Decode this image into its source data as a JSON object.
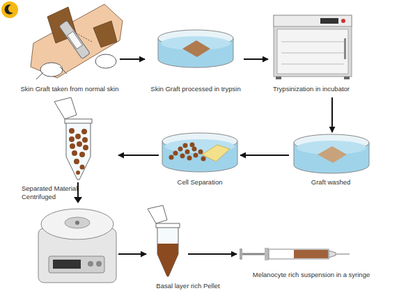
{
  "diagram": {
    "nodes": [
      {
        "text": [
          "Skin Graft taken from normal skin"
        ]
      },
      {
        "text": [
          "Skin Graft processed in trypsin"
        ]
      },
      {
        "text": [
          "Trypsinization in incubator"
        ]
      },
      {
        "text": [
          "Graft washed"
        ]
      },
      {
        "text": [
          "Cell Separation"
        ]
      },
      {
        "text": [
          "Separated Material Centrifuged"
        ]
      },
      {
        "text": [
          "Basal layer rich Pellet"
        ]
      },
      {
        "text": [
          "Melanocyte rich suspension in a syringe"
        ]
      }
    ],
    "edges": [
      {
        "from": 0,
        "to": 1,
        "arrow": "to"
      },
      {
        "from": 1,
        "to": 2,
        "arrow": "to"
      },
      {
        "from": 2,
        "to": 3,
        "arrow": "to"
      },
      {
        "from": 3,
        "to": 4,
        "arrow": "to"
      },
      {
        "from": 4,
        "to": 5,
        "arrow": "to"
      },
      {
        "from": 5,
        "to": 6,
        "arrow": "to"
      },
      {
        "from": 6,
        "to": 7,
        "arrow": "to"
      }
    ]
  }
}
